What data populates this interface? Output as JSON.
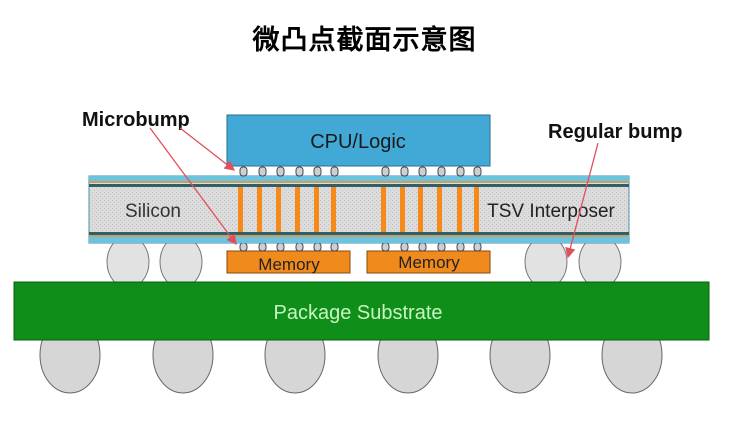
{
  "title": "微凸点截面示意图",
  "labels": {
    "microbump": "Microbump",
    "regular_bump": "Regular bump",
    "cpu": "CPU/Logic",
    "silicon": "Silicon",
    "interposer": "TSV Interposer",
    "memory_1": "Memory",
    "memory_2": "Memory",
    "substrate": "Package Substrate"
  },
  "colors": {
    "cpu": "#42a8d6",
    "memory": "#f08a1c",
    "substrate": "#0f8f1a",
    "substrate_text": "#c8f5c0",
    "tsv": "#f58a1a",
    "interposer_fill": "#d8d8d8",
    "interposer_edge": "#6cc3e0",
    "bump": "#d8d8d8",
    "arrow": "#e0505a"
  }
}
